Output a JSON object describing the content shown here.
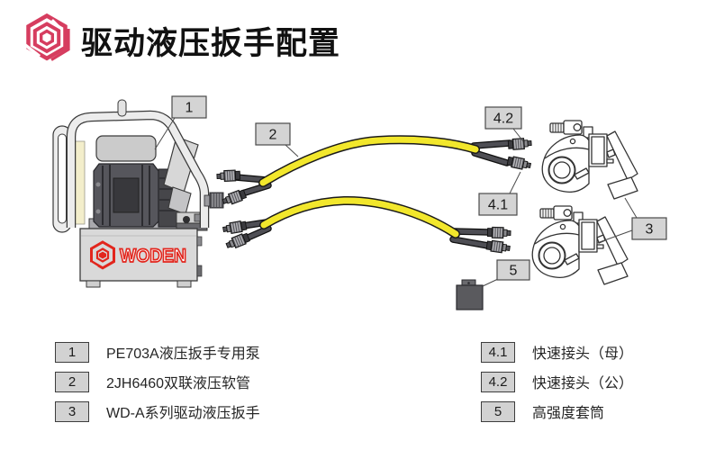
{
  "header": {
    "title": "驱动液压扳手配置"
  },
  "brand": {
    "name": "WODEN",
    "accent_red": "#d63d5f",
    "logo_red": "#e2261d"
  },
  "diagram": {
    "labels": {
      "pump": "1",
      "hose": "2",
      "wrench": "3",
      "coupler_female": "4.1",
      "coupler_male": "4.2",
      "socket": "5"
    },
    "colors": {
      "hose_yellow": "#f2e72c",
      "callout_gray": "#d4d4d4"
    }
  },
  "legend": {
    "left": [
      {
        "num": "1",
        "text": "PE703A液压扳手专用泵"
      },
      {
        "num": "2",
        "text": "2JH6460双联液压软管"
      },
      {
        "num": "3",
        "text": "WD-A系列驱动液压扳手"
      }
    ],
    "right": [
      {
        "num": "4.1",
        "text": "快速接头（母）"
      },
      {
        "num": "4.2",
        "text": "快速接头（公）"
      },
      {
        "num": "5",
        "text": "高强度套筒"
      }
    ]
  }
}
